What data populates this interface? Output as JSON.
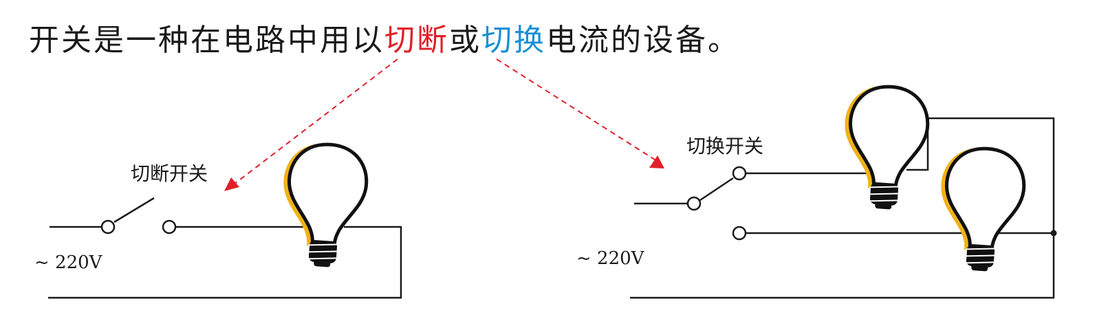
{
  "headline": {
    "prefix": "开关是一种在电路中用以",
    "cut_word": "切断",
    "connector": "或",
    "switch_word": "切换",
    "suffix": "电流的设备。"
  },
  "left_circuit": {
    "switch_label": "切断开关",
    "voltage_label": "~ 220V"
  },
  "right_circuit": {
    "switch_label": "切换开关",
    "voltage_label": "~ 220V"
  },
  "colors": {
    "cut_accent": "#e0202a",
    "switch_accent": "#1a8fd6",
    "wire": "#1a1a1a",
    "bulb_glow": "#f0b21a"
  }
}
